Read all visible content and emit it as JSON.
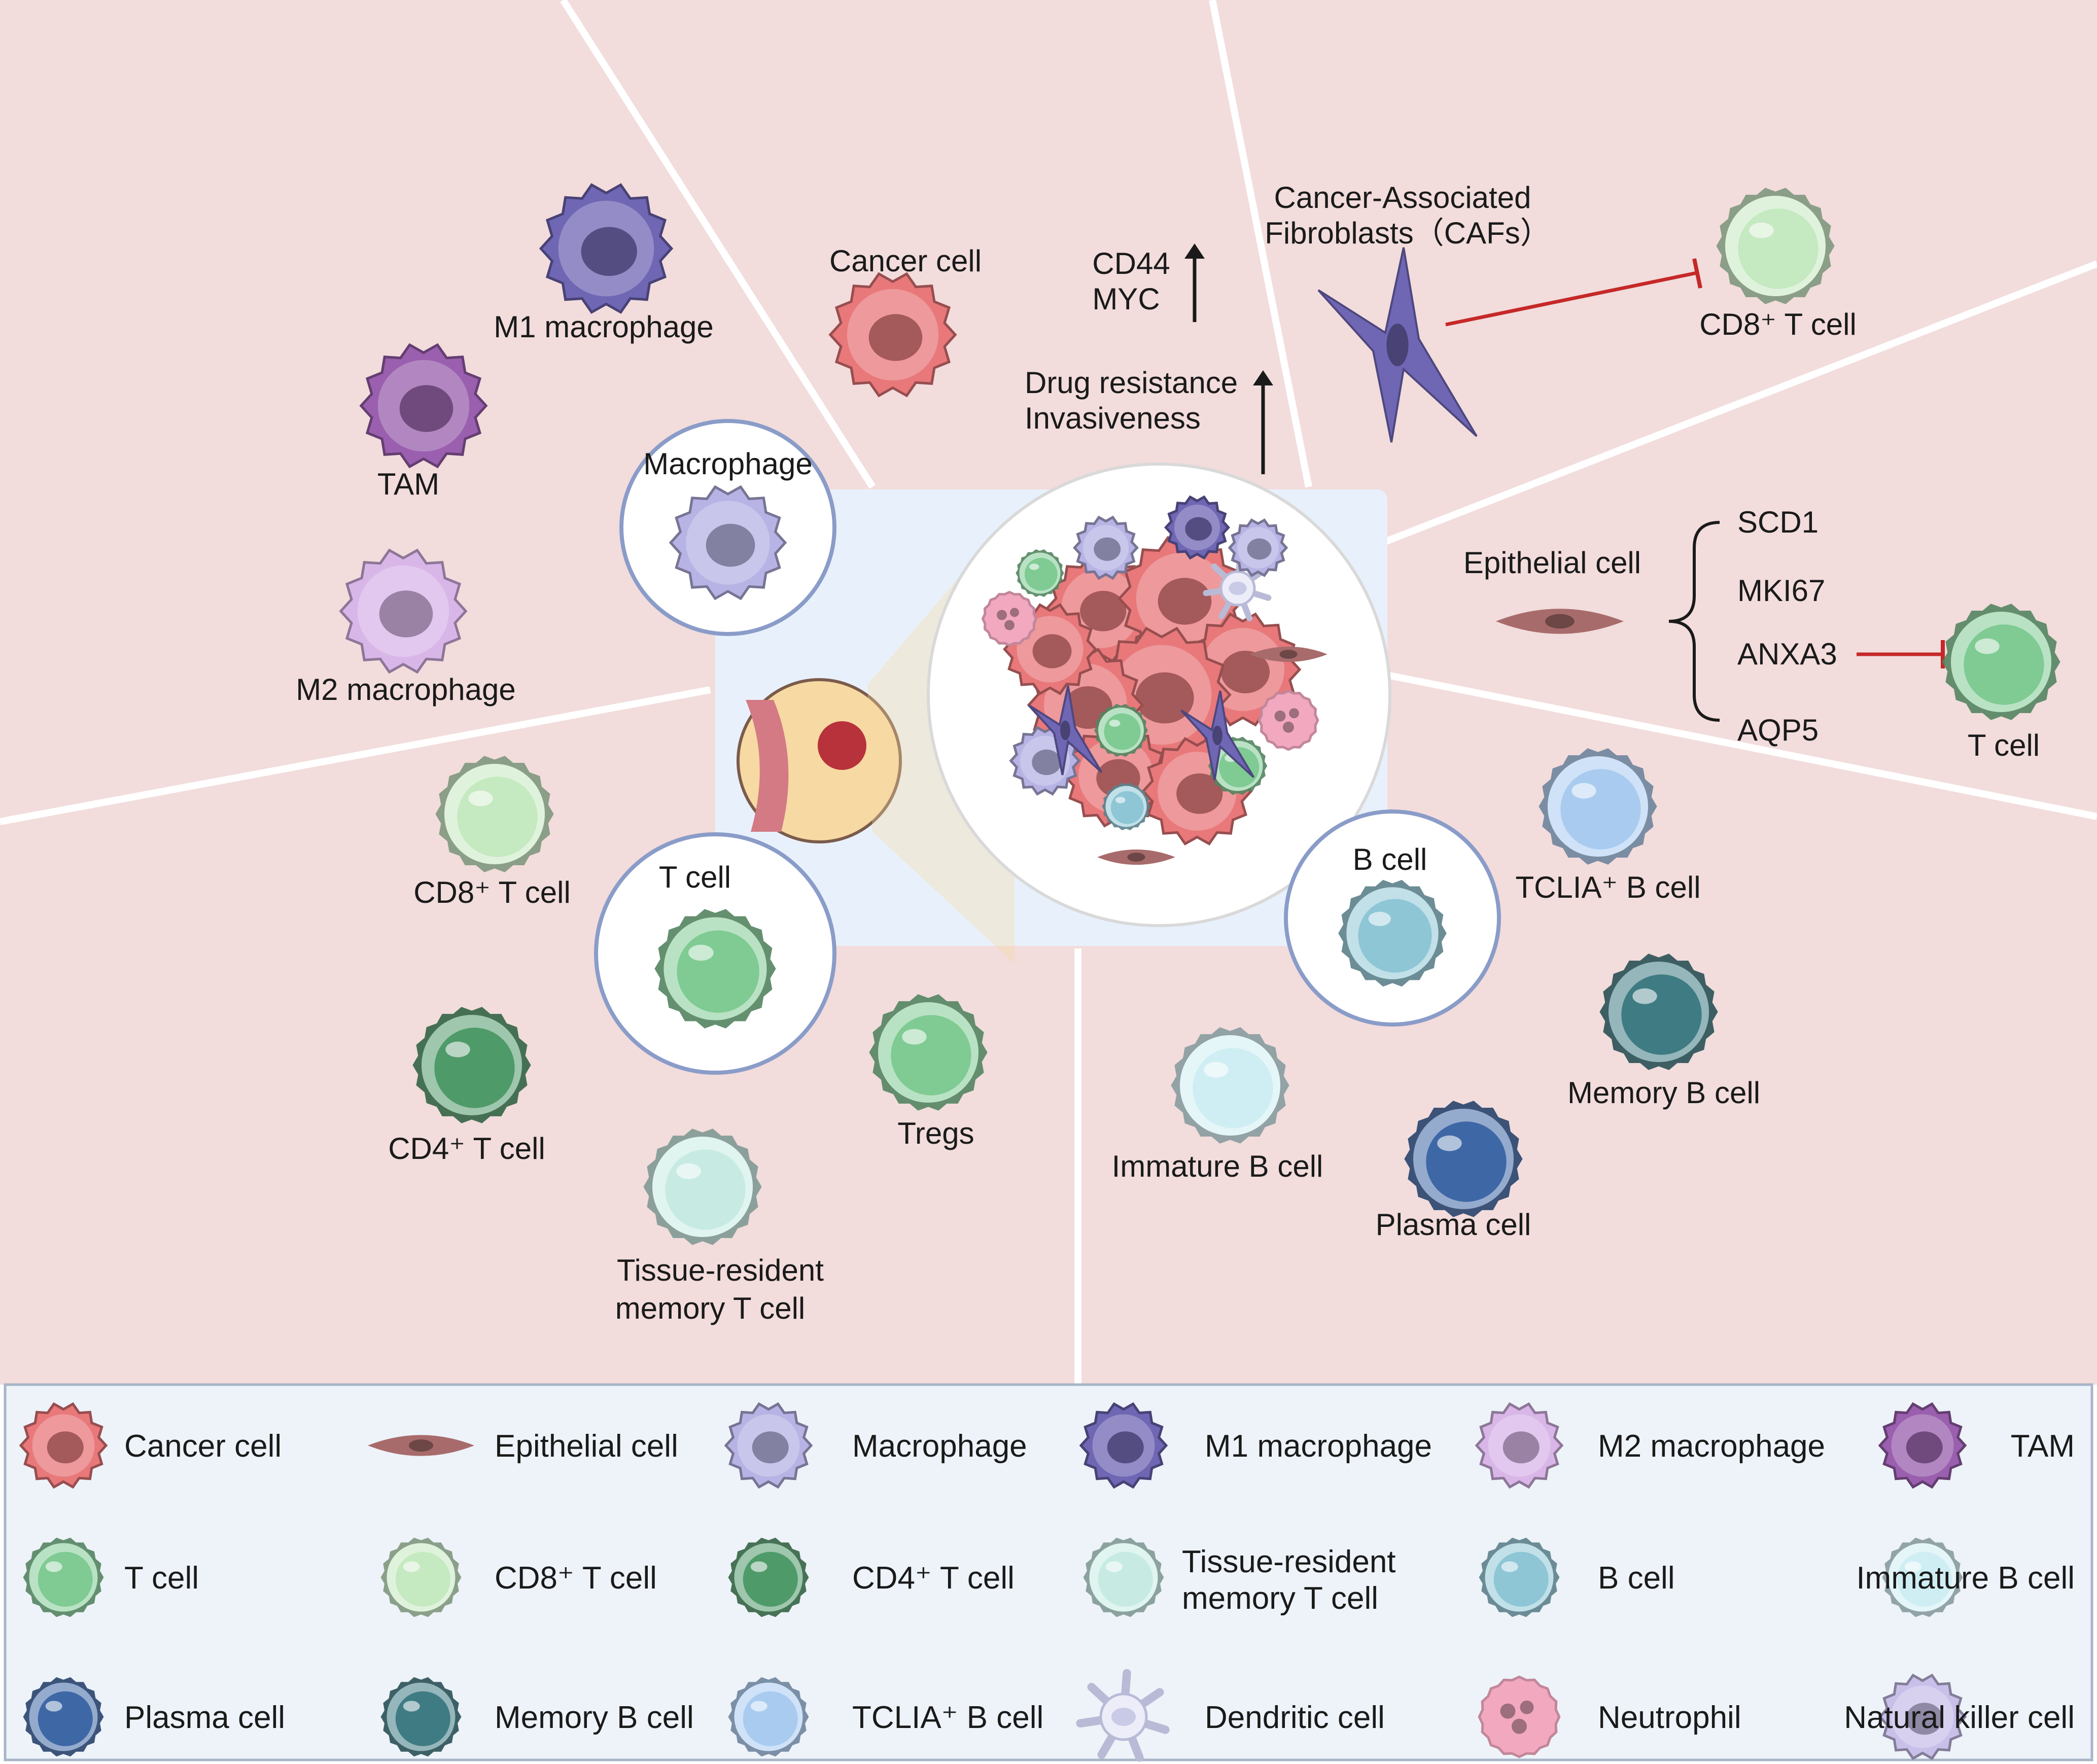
{
  "center": {
    "macrophage": "Macrophage",
    "t_cell": "T cell",
    "b_cell": "B cell"
  },
  "top": {
    "cancer_cell": "Cancer cell",
    "cd44": "CD44",
    "myc": "MYC",
    "drug_resistance": "Drug resistance",
    "invasiveness": "Invasiveness",
    "caf_line1": "Cancer-Associated",
    "caf_line2": "Fibroblasts（CAFs）",
    "cd8_t_cell": "CD8⁺ T cell"
  },
  "left": {
    "m1": "M1 macrophage",
    "tam": "TAM",
    "m2": "M2 macrophage"
  },
  "right": {
    "epithelial": "Epithelial cell",
    "genes": [
      "SCD1",
      "MKI67",
      "ANXA3",
      "AQP5"
    ],
    "t_cell": "T cell"
  },
  "bottom_left": {
    "cd8": "CD8⁺ T cell",
    "cd4": "CD4⁺ T cell",
    "tregs": "Tregs",
    "trm_line1": "Tissue-resident",
    "trm_line2": "memory T cell"
  },
  "bottom_right": {
    "tclia": "TCLIA⁺ B cell",
    "memory_b": "Memory B cell",
    "immature_b": "Immature B cell",
    "plasma": "Plasma cell"
  },
  "legend": [
    {
      "label": "Cancer cell",
      "color": "#e8787a"
    },
    {
      "label": "Epithelial cell",
      "color": "#a86b6b"
    },
    {
      "label": "Macrophage",
      "color": "#b7b3e4"
    },
    {
      "label": "M1 macrophage",
      "color": "#6f66b4"
    },
    {
      "label": "M2 macrophage",
      "color": "#d9b6e8"
    },
    {
      "label": "TAM",
      "color": "#9a5fae"
    },
    {
      "label": "T cell",
      "color": "#7fcb93"
    },
    {
      "label": "CD8⁺ T cell",
      "color": "#c5e9c0"
    },
    {
      "label": "CD4⁺ T cell",
      "color": "#4f9a69"
    },
    {
      "label": "Tissue-resident memory T cell",
      "color": "#c7ebe3"
    },
    {
      "label": "B cell",
      "color": "#8ec6d6"
    },
    {
      "label": "Immature B cell",
      "color": "#cfeef3"
    },
    {
      "label": "Plasma cell",
      "color": "#3e67a6"
    },
    {
      "label": "Memory B cell",
      "color": "#3f7b83"
    },
    {
      "label": "TCLIA⁺ B cell",
      "color": "#a9cbf0"
    },
    {
      "label": "Dendritic cell",
      "color": "#ecedf8"
    },
    {
      "label": "Neutrophil",
      "color": "#f2a9c0"
    },
    {
      "label": "Natural killer cell",
      "color": "#c9c0ea"
    }
  ]
}
